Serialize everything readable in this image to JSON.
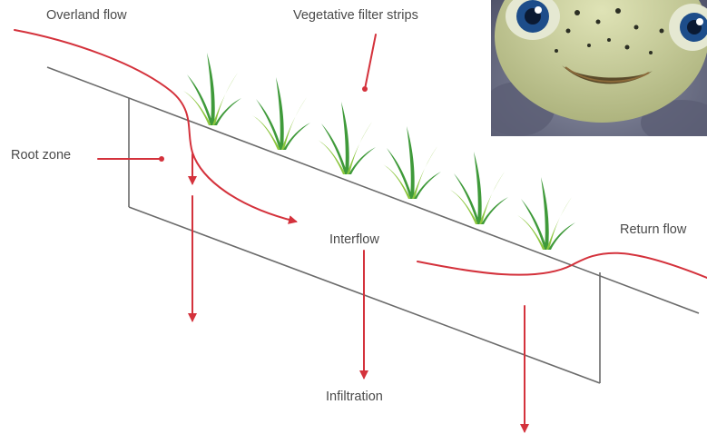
{
  "diagram": {
    "labels": {
      "overland_flow": "Overland flow",
      "vegetative_filter_strips": "Vegetative filter strips",
      "root_zone": "Root zone",
      "interflow": "Interflow",
      "return_flow": "Return flow",
      "infiltration": "Infiltration"
    },
    "colors": {
      "flow_arrow": "#d4323c",
      "outline": "#6b6b6b",
      "grass_dark": "#3f9a3a",
      "grass_light": "#8cc63f",
      "label_text": "#4a4a4a"
    },
    "grass_clump_count": 6
  },
  "photo": {
    "subject": "pufferfish",
    "colors": {
      "skin": "#c9cf9a",
      "eye": "#1d4d8a",
      "background": "#6b6f86"
    }
  }
}
